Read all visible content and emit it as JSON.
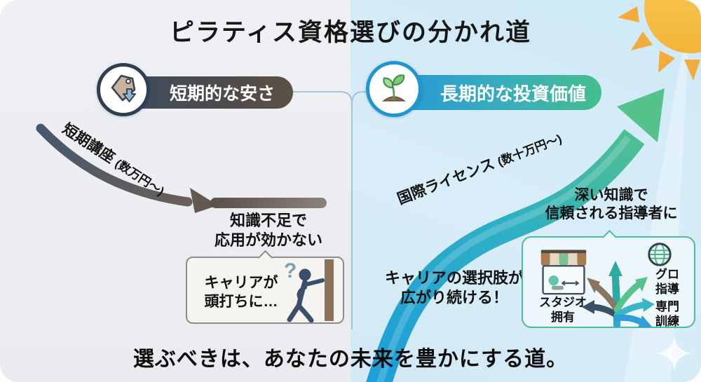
{
  "title": "ピラティス資格選びの分かれ道",
  "footer": "選ぶべきは、あなたの未来を豊かにする道。",
  "left": {
    "badge_label": "短期的な安さ",
    "arrow_label": "短期講座",
    "arrow_note": "(数万円〜)",
    "consequence_line1": "知識不足で",
    "consequence_line2": "応用が効かない",
    "callout_line1": "キャリアが",
    "callout_line2": "頭打ちに…",
    "question_mark": "?"
  },
  "right": {
    "badge_label": "長期的な投資価値",
    "arrow_label": "国際ライセンス",
    "arrow_note": "(数十万円〜)",
    "benefit_line1": "キャリアの選択肢が",
    "benefit_line2": "広がり続ける！",
    "outcome_line1": "深い知識で",
    "outcome_line2": "信頼される指導者に",
    "options": {
      "studio_line1": "スタジオ",
      "studio_line2": "拥有",
      "global_line1": "グロ",
      "global_line2": "指導",
      "training_line1": "専門",
      "training_line2": "訓練"
    }
  },
  "colors": {
    "left_badge_start": "#3d4d61",
    "left_badge_end": "#5c5044",
    "right_badge_start": "#2898d6",
    "right_badge_end": "#43be8d",
    "left_arrow_start": "#46586c",
    "left_arrow_end": "#756555",
    "right_arrow_start": "#1d9fd8",
    "right_arrow_end": "#52c18c",
    "sun": "#f6c24a",
    "left_background": "#eef0f4",
    "right_background": "#d8edf8"
  }
}
